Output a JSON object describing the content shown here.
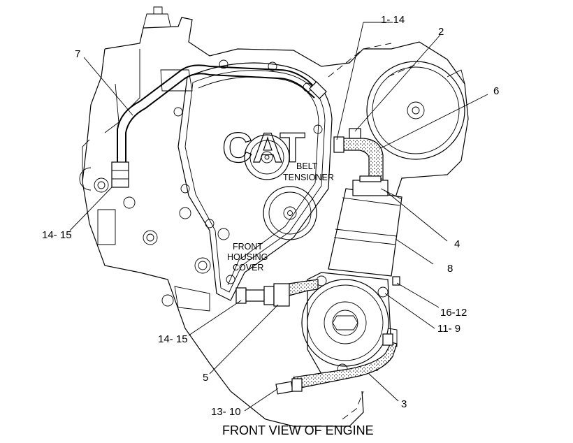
{
  "caption": "FRONT VIEW OF ENGINE",
  "annotations": {
    "belt_tensioner": [
      "BELT",
      "TENSIONER"
    ],
    "front_housing_cover": [
      "FRONT",
      "HOUSING",
      "COVER"
    ]
  },
  "callouts": {
    "c1_14": "1- 14",
    "c2": "2",
    "c6": "6",
    "c7": "7",
    "c14_15_top": "14- 15",
    "c4": "4",
    "c8": "8",
    "c16_12": "16-12",
    "c11_9": "11- 9",
    "c14_15_bottom": "14- 15",
    "c5": "5",
    "c3": "3",
    "c13_10": "13- 10"
  }
}
